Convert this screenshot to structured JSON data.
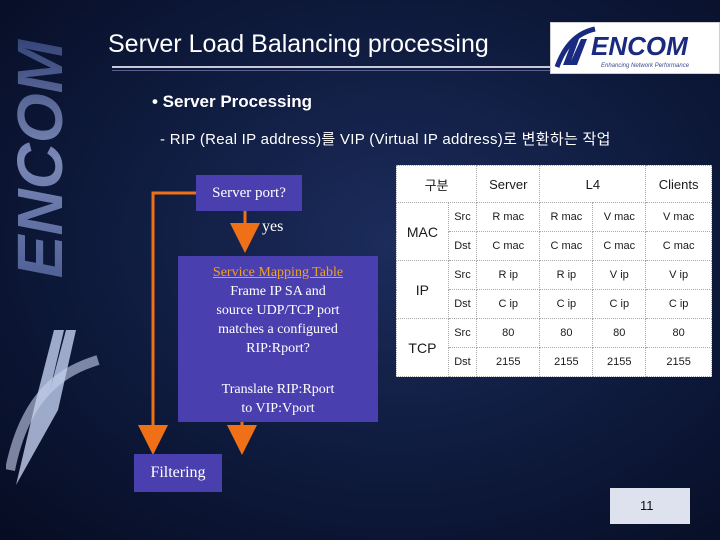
{
  "slide": {
    "title": "Server Load Balancing processing",
    "brand": {
      "name": "ENCOM",
      "tagline": "Enhancing Network Performance",
      "watermark": "ENCOM"
    },
    "bullet": "• Server Processing",
    "subline": "- RIP (Real IP address)를 VIP (Virtual IP address)로 변환하는 작업",
    "page_number": "11"
  },
  "flow": {
    "server_port": "Server port?",
    "yes": "yes",
    "mapping_line1": "Service Mapping Table",
    "mapping_rest": [
      "Frame IP SA and",
      "source UDP/TCP port",
      "matches a configured",
      "RIP:Rport?"
    ],
    "translate": [
      "Translate RIP:Rport",
      "to VIP:Vport"
    ],
    "filtering": "Filtering"
  },
  "table": {
    "headers": [
      "구분",
      "",
      "Server",
      "L4",
      "",
      "Clients"
    ],
    "groups": [
      {
        "name": "MAC",
        "rows": [
          [
            "Src",
            "R mac",
            "R mac",
            "V mac",
            "V mac"
          ],
          [
            "Dst",
            "C mac",
            "C mac",
            "C mac",
            "C mac"
          ]
        ]
      },
      {
        "name": "IP",
        "rows": [
          [
            "Src",
            "R ip",
            "R ip",
            "V ip",
            "V ip"
          ],
          [
            "Dst",
            "C ip",
            "C ip",
            "C ip",
            "C ip"
          ]
        ]
      },
      {
        "name": "TCP",
        "rows": [
          [
            "Src",
            "80",
            "80",
            "80",
            "80"
          ],
          [
            "Dst",
            "2155",
            "2155",
            "2155",
            "2155"
          ]
        ]
      }
    ]
  },
  "colors": {
    "box": "#4a3fae",
    "arrow": "#f07018",
    "accent": "#f0a020"
  }
}
